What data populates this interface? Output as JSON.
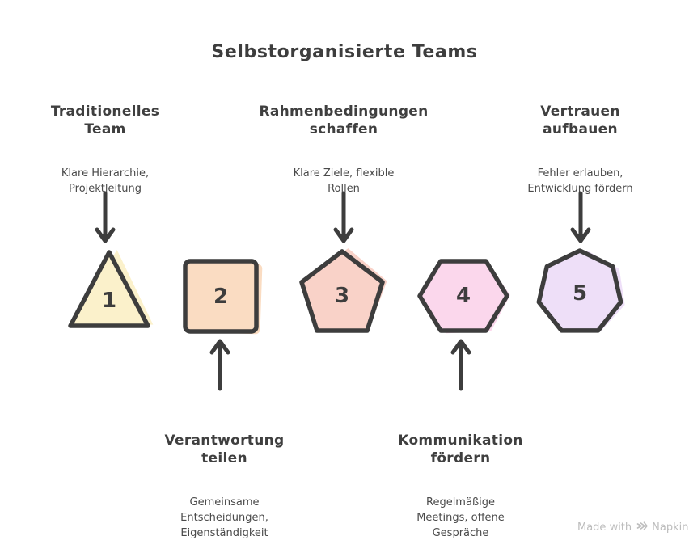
{
  "title": "Selbstorganisierte Teams",
  "steps": [
    {
      "number": "1",
      "shape": "triangle",
      "color": "#FBF1CB",
      "label_position": "above",
      "heading_lines": [
        "Traditionelles",
        "Team"
      ],
      "subtitle_lines": [
        "Klare Hierarchie,",
        "Projektleitung"
      ]
    },
    {
      "number": "2",
      "shape": "square",
      "color": "#FADCC2",
      "label_position": "below",
      "heading_lines": [
        "Verantwortung",
        "teilen"
      ],
      "subtitle_lines": [
        "Gemeinsame",
        "Entscheidungen,",
        "Eigenständigkeit"
      ]
    },
    {
      "number": "3",
      "shape": "pentagon",
      "color": "#F9D2C8",
      "label_position": "above",
      "heading_lines": [
        "Rahmenbedingungen",
        "schaffen"
      ],
      "subtitle_lines": [
        "Klare Ziele, flexible",
        "Rollen"
      ]
    },
    {
      "number": "4",
      "shape": "hexagon",
      "color": "#FBD7EC",
      "label_position": "below",
      "heading_lines": [
        "Kommunikation",
        "fördern"
      ],
      "subtitle_lines": [
        "Regelmäßige",
        "Meetings, offene",
        "Gespräche"
      ]
    },
    {
      "number": "5",
      "shape": "heptagon",
      "color": "#EEDFF8",
      "label_position": "above",
      "heading_lines": [
        "Vertrauen",
        "aufbauen"
      ],
      "subtitle_lines": [
        "Fehler erlauben,",
        "Entwicklung fördern"
      ]
    }
  ],
  "footer": {
    "prefix": "Made with",
    "brand": "Napkin"
  },
  "colors": {
    "ink": "#3D3D3D",
    "heading": "#3F3F3F",
    "subtitle": "#4A4A4A",
    "footer": "#BDBDBD"
  }
}
